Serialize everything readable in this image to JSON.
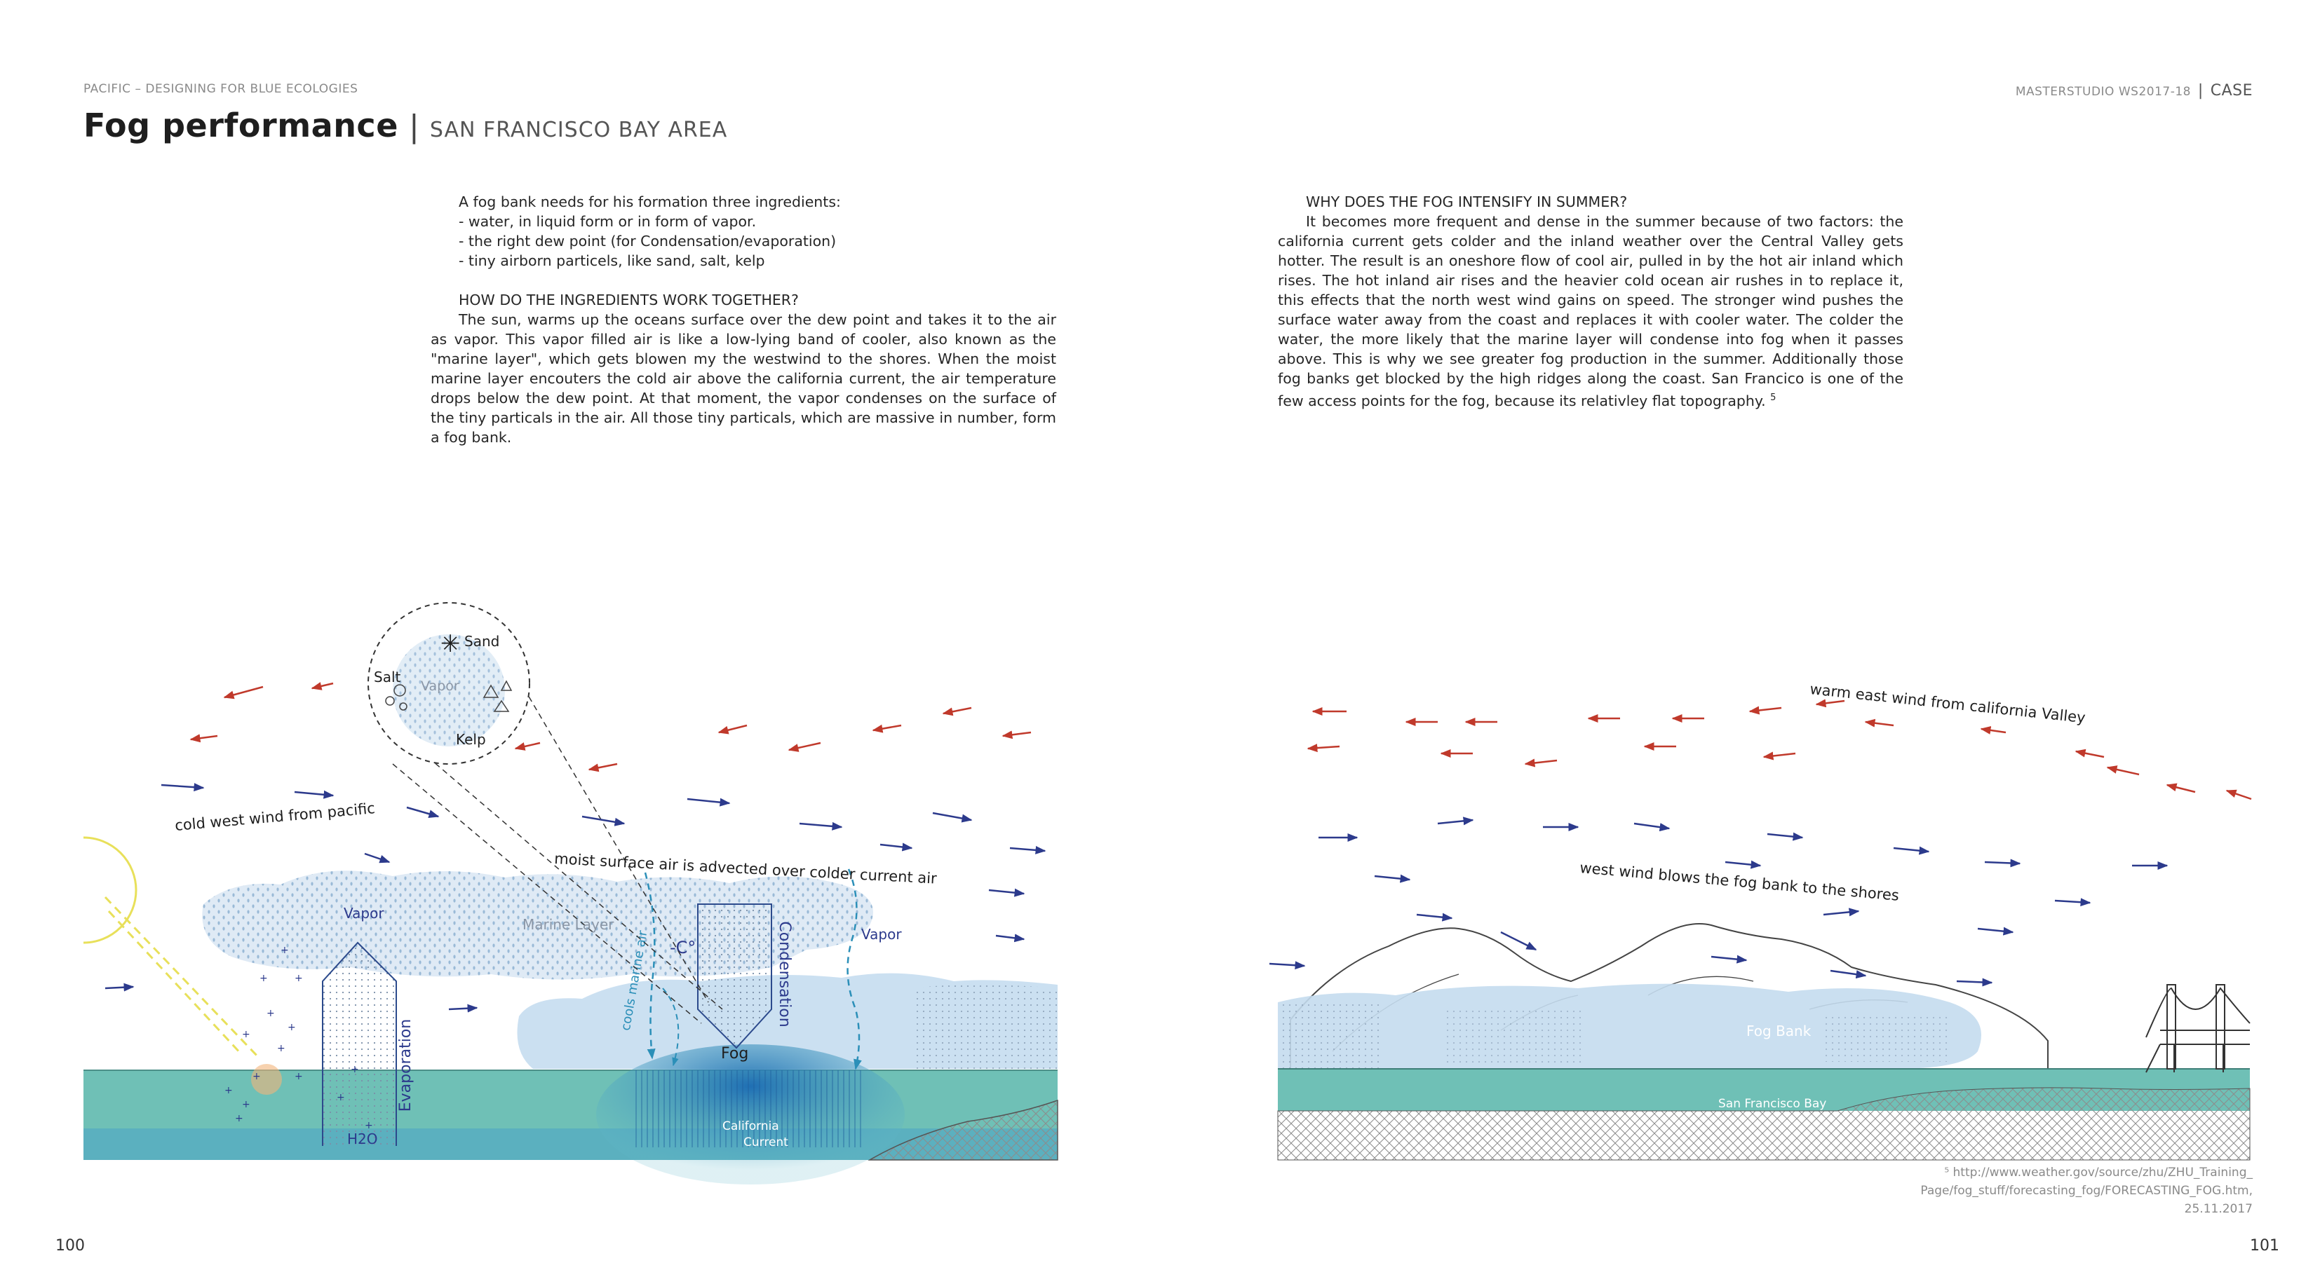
{
  "left_page": {
    "kicker": "PACIFIC – DESIGNING FOR BLUE ECOLOGIES",
    "title": "Fog performance",
    "separator": "|",
    "subtitle": "SAN FRANCISCO BAY AREA",
    "intro_lines": [
      "A fog bank needs for his formation three ingredients:",
      "- water, in liquid form or in form of vapor.",
      "- the right dew point (for Condensation/evaporation)",
      "- tiny airborn particels, like sand, salt, kelp"
    ],
    "heading": "HOW DO THE INGREDIENTS WORK TOGETHER?",
    "paragraph": "The sun, warms up the oceans surface over the dew point and takes it to the air as vapor. This vapor filled air is like a low-lying band of cooler, also known as the \"marine layer\", which gets blowen my the westwind to the shores. When the moist marine layer encouters the cold air above the california current, the air temperature drops below the dew point. At that moment, the vapor condenses on the surface of the tiny particals in the air. All those tiny particals, which are massive in number, form a fog bank.",
    "page_number": "100",
    "diagram": {
      "wind_label": "cold west wind from pacific",
      "advection_label": "moist surface air is advected over colder current air",
      "inset_labels": {
        "sand": "Sand",
        "salt": "Salt",
        "vapor": "Vapor",
        "kelp": "Kelp"
      },
      "vapor_left": "Vapor",
      "marine_layer": "Marine Layer",
      "cools_label": "cools marine air",
      "temperature": "-C°",
      "condensation": "Condensation",
      "vapor_right": "Vapor",
      "evaporation": "Evaporation",
      "fog": "Fog",
      "water": "H2O",
      "current": [
        "California",
        "Current"
      ]
    }
  },
  "right_page": {
    "kicker_prefix": "MASTERSTUDIO WS2017-18",
    "separator": "|",
    "kicker_suffix": "CASE",
    "heading": "WHY DOES THE FOG INTENSIFY IN SUMMER?",
    "paragraph": "It becomes more frequent and dense in the summer because of two factors: the california current gets colder and the inland weather over the Central Valley gets hotter. The result is an oneshore flow of cool air, pulled in by the hot air inland which rises. The hot inland air rises and the heavier cold ocean air rushes in to replace it, this effects that the north west wind gains on speed. The stronger wind pushes the surface water away from the coast and replaces it with cooler water. The colder the water, the more likely that the marine layer will condense into fog when it passes above. This is why we see greater fog production in the summer. Additionally those fog banks get blocked by the high ridges along the coast. San Francico is one of the few access points for the fog, because its relativley flat topography.",
    "footnote_mark": "5",
    "footnote_lines": [
      "⁵ http://www.weather.gov/source/zhu/ZHU_Training_",
      "Page/fog_stuff/forecasting_fog/FORECASTING_FOG.htm,",
      "25.11.2017"
    ],
    "page_number": "101",
    "diagram": {
      "east_wind_label": "warm east wind from california Valley",
      "west_wind_label": "west wind blows the fog bank to the shores",
      "fog_bank": "Fog Bank",
      "bay": "San Francisco Bay"
    }
  },
  "colors": {
    "water": "#6fc0b6",
    "water_deep": "#2e86c1",
    "fog": "#c8ddef",
    "west_wind": "#2c3a8c",
    "east_wind": "#c0392b",
    "sun": "#e8e05a",
    "condensation_line": "#2b8fb8"
  }
}
